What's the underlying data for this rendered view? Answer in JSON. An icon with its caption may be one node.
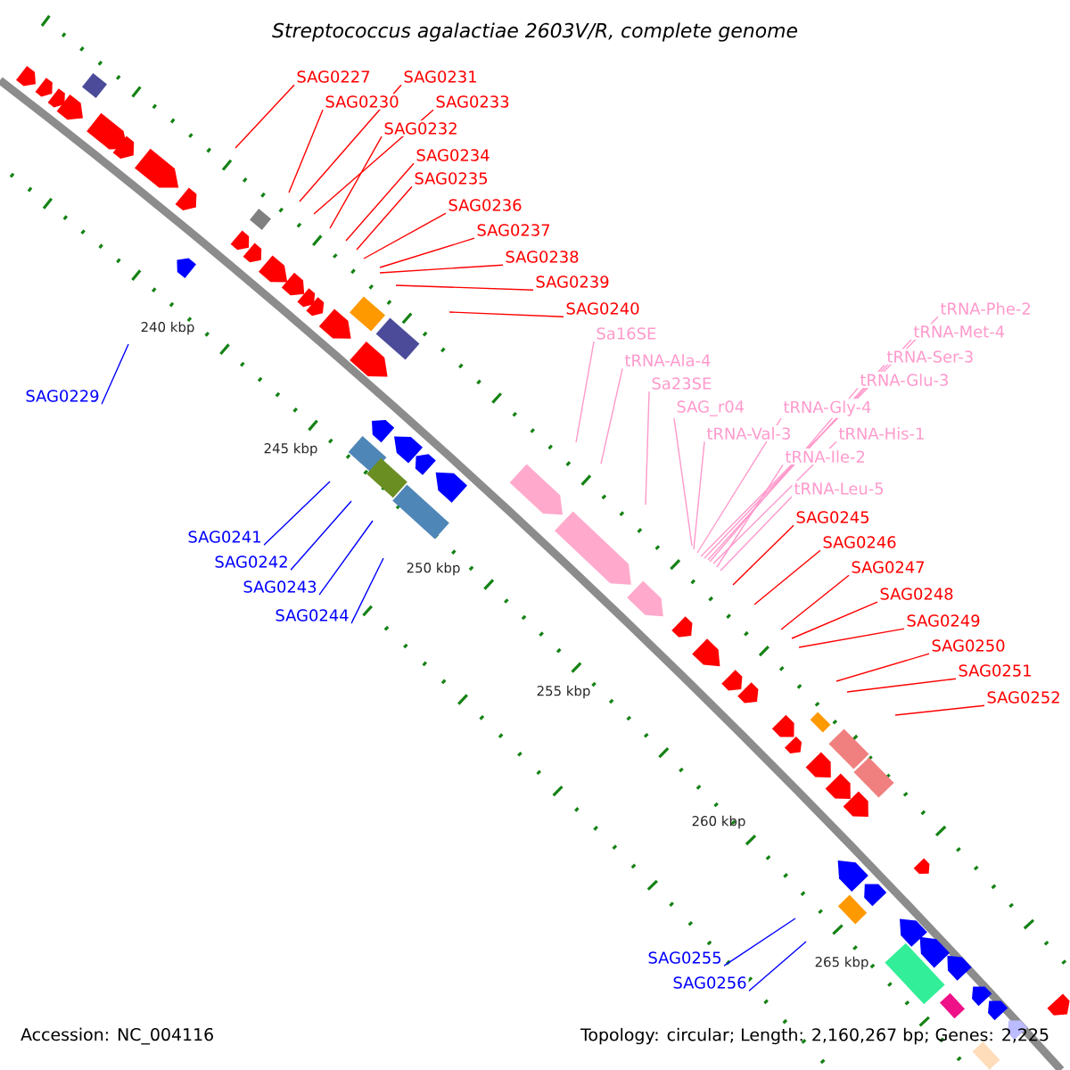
{
  "diagram": {
    "title": "Streptococcus agalactiae 2603V/R, complete genome",
    "nodes": [
      {
        "text": [
          "SAG0227"
        ]
      },
      {
        "text": [
          "SAG0231"
        ]
      },
      {
        "text": [
          "SAG0230"
        ]
      },
      {
        "text": [
          "SAG0233"
        ]
      },
      {
        "text": [
          "SAG0232"
        ]
      },
      {
        "text": [
          "SAG0234"
        ]
      },
      {
        "text": [
          "SAG0235"
        ]
      },
      {
        "text": [
          "SAG0236"
        ]
      },
      {
        "text": [
          "SAG0237"
        ]
      },
      {
        "text": [
          "SAG0238"
        ]
      },
      {
        "text": [
          "SAG0239"
        ]
      },
      {
        "text": [
          "SAG0240"
        ]
      },
      {
        "text": [
          "Sa16SE"
        ]
      },
      {
        "text": [
          "tRNA-Ala-4"
        ]
      },
      {
        "text": [
          "Sa23SE"
        ]
      },
      {
        "text": [
          "SAG_r04"
        ]
      },
      {
        "text": [
          "tRNA-Val-3"
        ]
      },
      {
        "text": [
          "tRNA-Gly-4"
        ]
      },
      {
        "text": [
          "tRNA-Phe-2"
        ]
      },
      {
        "text": [
          "tRNA-Met-4"
        ]
      },
      {
        "text": [
          "tRNA-Ser-3"
        ]
      },
      {
        "text": [
          "tRNA-Glu-3"
        ]
      },
      {
        "text": [
          "tRNA-His-1"
        ]
      },
      {
        "text": [
          "tRNA-Ile-2"
        ]
      },
      {
        "text": [
          "tRNA-Leu-5"
        ]
      },
      {
        "text": [
          "SAG0245"
        ]
      },
      {
        "text": [
          "SAG0246"
        ]
      },
      {
        "text": [
          "SAG0247"
        ]
      },
      {
        "text": [
          "SAG0248"
        ]
      },
      {
        "text": [
          "SAG0249"
        ]
      },
      {
        "text": [
          "SAG0250"
        ]
      },
      {
        "text": [
          "SAG0251"
        ]
      },
      {
        "text": [
          "SAG0252"
        ]
      },
      {
        "text": [
          "SAG0229"
        ]
      },
      {
        "text": [
          "SAG0241"
        ]
      },
      {
        "text": [
          "SAG0242"
        ]
      },
      {
        "text": [
          "SAG0243"
        ]
      },
      {
        "text": [
          "SAG0244"
        ]
      },
      {
        "text": [
          "SAG0255"
        ]
      },
      {
        "text": [
          "SAG0256"
        ]
      }
    ],
    "edges": [
      {
        "from": 0,
        "to": null,
        "arrow": "none"
      },
      {
        "from": 1,
        "to": null,
        "arrow": "none"
      },
      {
        "from": 2,
        "to": null,
        "arrow": "none"
      },
      {
        "from": 3,
        "to": null,
        "arrow": "none"
      },
      {
        "from": 4,
        "to": null,
        "arrow": "none"
      },
      {
        "from": 5,
        "to": null,
        "arrow": "none"
      },
      {
        "from": 6,
        "to": null,
        "arrow": "none"
      },
      {
        "from": 7,
        "to": null,
        "arrow": "none"
      },
      {
        "from": 8,
        "to": null,
        "arrow": "none"
      },
      {
        "from": 9,
        "to": null,
        "arrow": "none"
      },
      {
        "from": 10,
        "to": null,
        "arrow": "none"
      },
      {
        "from": 11,
        "to": null,
        "arrow": "none"
      },
      {
        "from": 12,
        "to": null,
        "arrow": "none",
        "color": "#ff99cc"
      },
      {
        "from": 13,
        "to": null,
        "arrow": "none",
        "color": "#ff99cc"
      },
      {
        "from": 14,
        "to": null,
        "arrow": "none",
        "color": "#ff99cc"
      },
      {
        "from": 15,
        "to": null,
        "arrow": "none",
        "color": "#ff99cc"
      },
      {
        "from": 16,
        "to": null,
        "arrow": "none",
        "color": "#ff99cc"
      },
      {
        "from": 17,
        "to": null,
        "arrow": "none",
        "color": "#ff99cc"
      },
      {
        "from": 18,
        "to": null,
        "arrow": "none",
        "color": "#ff99cc"
      },
      {
        "from": 19,
        "to": null,
        "arrow": "none",
        "color": "#ff99cc"
      },
      {
        "from": 20,
        "to": null,
        "arrow": "none",
        "color": "#ff99cc"
      },
      {
        "from": 21,
        "to": null,
        "arrow": "none",
        "color": "#ff99cc"
      },
      {
        "from": 22,
        "to": null,
        "arrow": "none",
        "color": "#ff99cc"
      },
      {
        "from": 23,
        "to": null,
        "arrow": "none",
        "color": "#ff99cc"
      },
      {
        "from": 24,
        "to": null,
        "arrow": "none",
        "color": "#ff99cc"
      },
      {
        "from": 25,
        "to": null,
        "arrow": "none"
      },
      {
        "from": 26,
        "to": null,
        "arrow": "none"
      },
      {
        "from": 27,
        "to": null,
        "arrow": "none"
      },
      {
        "from": 28,
        "to": null,
        "arrow": "none"
      },
      {
        "from": 29,
        "to": null,
        "arrow": "none"
      },
      {
        "from": 30,
        "to": null,
        "arrow": "none"
      },
      {
        "from": 31,
        "to": null,
        "arrow": "none"
      },
      {
        "from": 32,
        "to": null,
        "arrow": "none"
      },
      {
        "from": 33,
        "to": null,
        "arrow": "none",
        "color": "#0000ff"
      },
      {
        "from": 34,
        "to": null,
        "arrow": "none",
        "color": "#0000ff"
      },
      {
        "from": 35,
        "to": null,
        "arrow": "none",
        "color": "#0000ff"
      },
      {
        "from": 36,
        "to": null,
        "arrow": "none",
        "color": "#0000ff"
      },
      {
        "from": 37,
        "to": null,
        "arrow": "none",
        "color": "#0000ff"
      },
      {
        "from": 38,
        "to": null,
        "arrow": "none",
        "color": "#0000ff"
      },
      {
        "from": 39,
        "to": null,
        "arrow": "none",
        "color": "#0000ff"
      }
    ],
    "labels": [
      "240 kbp",
      "245 kbp",
      "250 kbp",
      "255 kbp",
      "260 kbp",
      "265 kbp",
      "Accession: NC_004116",
      "Topology: circular; Length: 2,160,267 bp; Genes: 2,225"
    ]
  }
}
